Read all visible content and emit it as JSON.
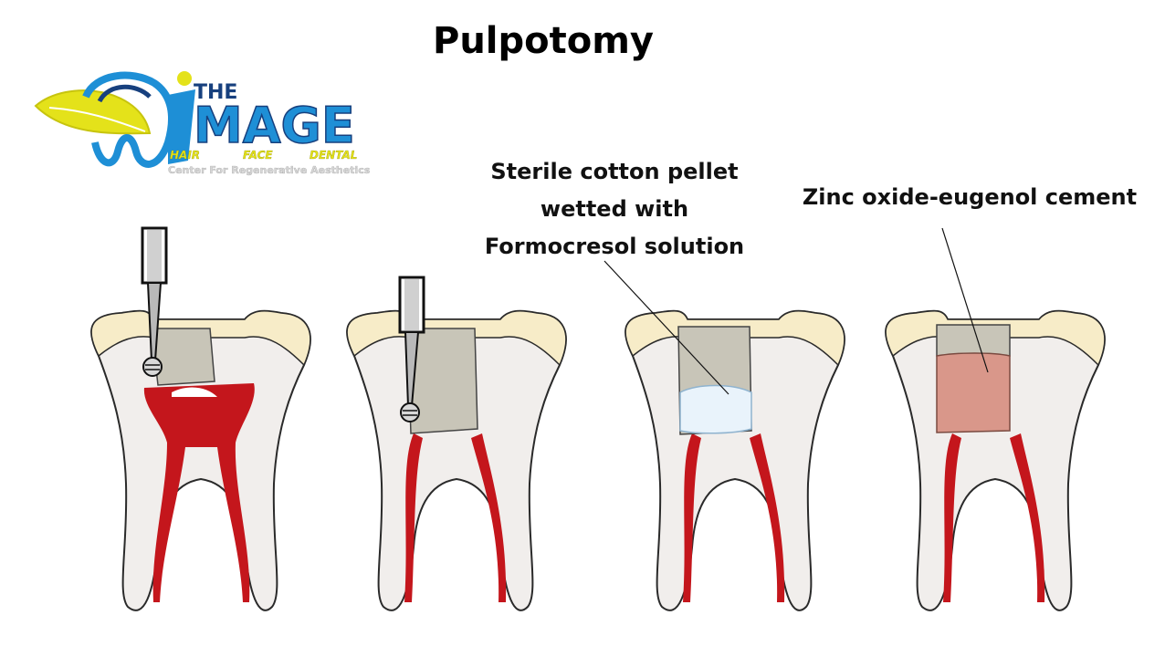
{
  "title": "Pulpotomy",
  "logo": {
    "line1": "THE",
    "line2": "MAGE",
    "initial": "I",
    "services": [
      "HAIR",
      "FACE",
      "DENTAL"
    ],
    "tagline": "Center For Regenerative Aesthetics"
  },
  "labels": {
    "pellet_line1": "Sterile cotton pellet",
    "pellet_line2": "wetted with",
    "pellet_line3": "Formocresol solution",
    "cement": "Zinc oxide-eugenol cement"
  },
  "colors": {
    "enamel": "#f7ecc8",
    "dentin": "#f1eeec",
    "tooth_outline": "#2a2a2a",
    "pulp": "#c4161c",
    "cavity": "#c8c5b8",
    "bur_steel": "#b9b9b9",
    "cotton_pellet": "#e9f3fb",
    "zoe_cement": "#d9978a",
    "logo_yellow": "#e4e21a",
    "logo_blue": "#1e8fd6",
    "logo_navy": "#17407e"
  }
}
